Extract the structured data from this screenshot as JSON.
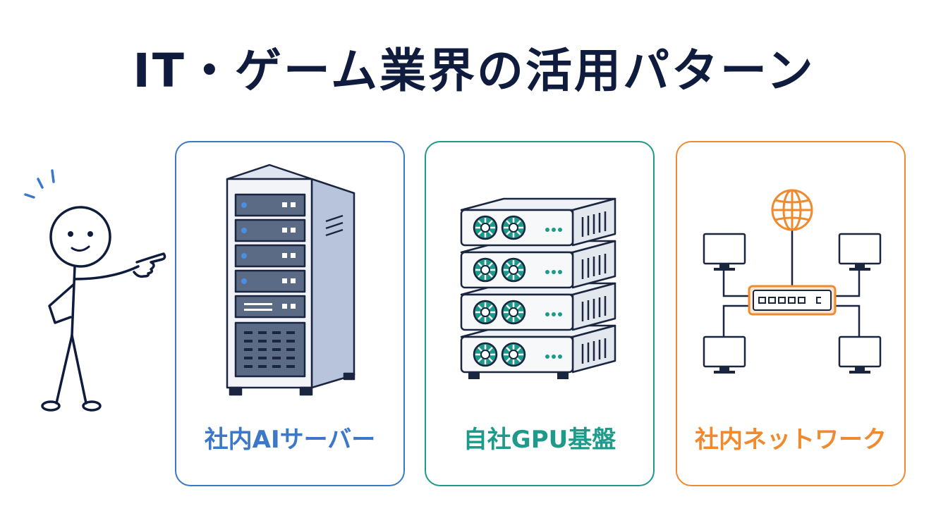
{
  "title": "IT・ゲーム業界の活用パターン",
  "cards": [
    {
      "label": "社内AIサーバー",
      "color": "#3c78c8",
      "icon": "server-rack-icon"
    },
    {
      "label": "自社GPU基盤",
      "color": "#1d9a8a",
      "icon": "gpu-stack-icon"
    },
    {
      "label": "社内ネットワーク",
      "color": "#ef8a2e",
      "icon": "network-icon"
    }
  ],
  "figure": {
    "icon": "pointing-stick-figure-icon"
  }
}
